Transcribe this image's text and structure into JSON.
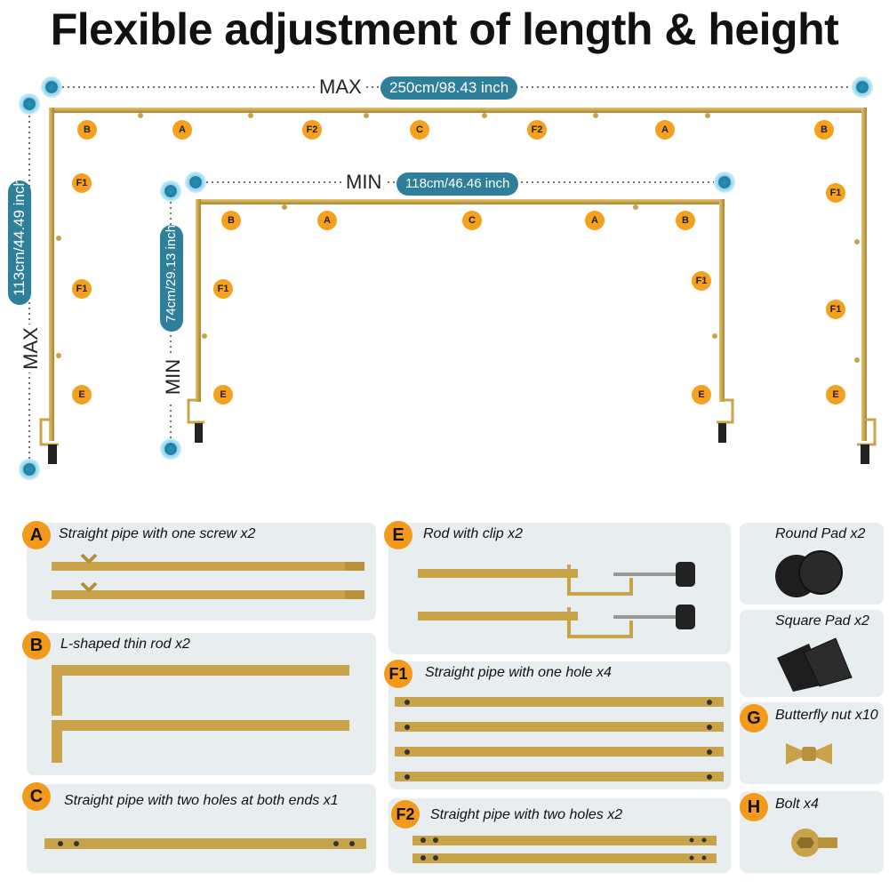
{
  "title": "Flexible adjustment of length & height",
  "dimensions": {
    "max_width": {
      "label": "MAX",
      "value": "250cm/98.43 inch"
    },
    "min_width": {
      "label": "MIN",
      "value": "118cm/46.46 inch"
    },
    "max_height": {
      "label": "MAX",
      "value": "113cm/44.49 inch"
    },
    "min_height": {
      "label": "MIN",
      "value": "74cm/29.13 inch"
    }
  },
  "frame_labels": {
    "max_top": [
      "B",
      "A",
      "F2",
      "C",
      "F2",
      "A",
      "B"
    ],
    "min_top": [
      "B",
      "A",
      "C",
      "A",
      "B"
    ],
    "max_left": [
      "F1",
      "F1",
      "E"
    ],
    "max_right": [
      "F1",
      "F1",
      "E"
    ],
    "min_left": [
      "F1",
      "E"
    ],
    "min_right": [
      "F1",
      "E"
    ]
  },
  "parts": [
    {
      "badge": "A",
      "caption": "Straight pipe with one screw x2"
    },
    {
      "badge": "B",
      "caption": "L-shaped thin rod x2"
    },
    {
      "badge": "C",
      "caption": "Straight pipe with two holes at both ends x1"
    },
    {
      "badge": "E",
      "caption": "Rod with clip x2"
    },
    {
      "badge": "F1",
      "caption": "Straight pipe with one hole x4"
    },
    {
      "badge": "F2",
      "caption": "Straight pipe with two holes x2"
    },
    {
      "badge": "",
      "caption": "Round Pad x2"
    },
    {
      "badge": "",
      "caption": "Square Pad x2"
    },
    {
      "badge": "G",
      "caption": "Butterfly nut x10"
    },
    {
      "badge": "H",
      "caption": "Bolt x4"
    }
  ],
  "colors": {
    "gold": "#c9a34a",
    "teal": "#2e7f9a",
    "orange": "#f29a1c",
    "panel": "#e8edf0"
  }
}
